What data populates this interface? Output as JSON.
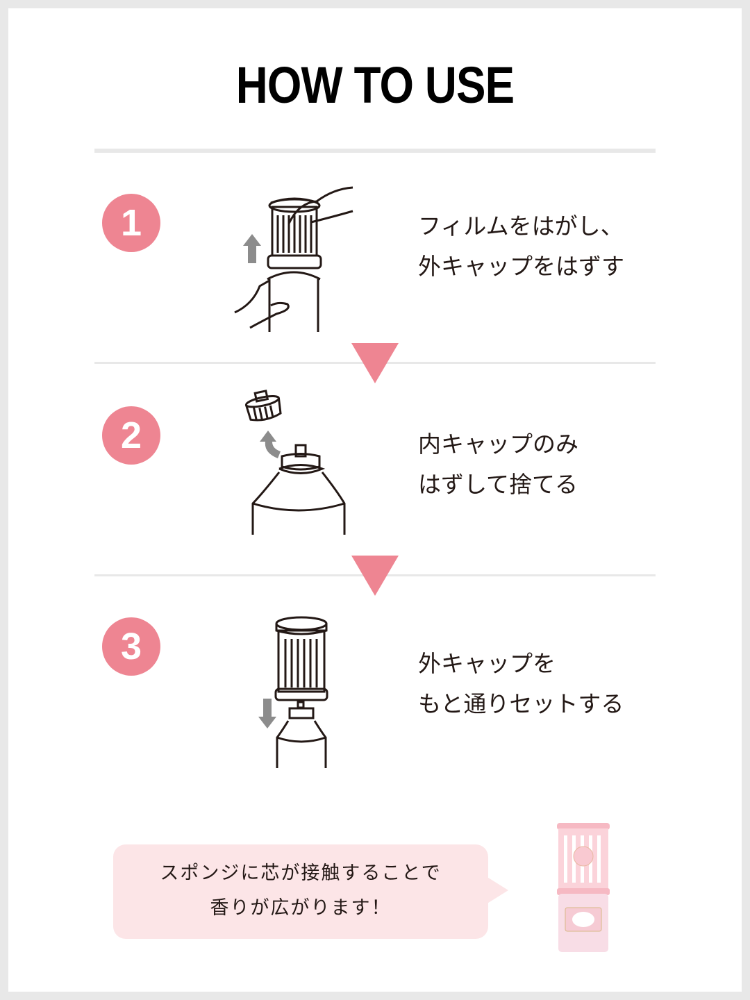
{
  "header": {
    "title": "HOW TO USE"
  },
  "steps": [
    {
      "number": "1",
      "line1": "フィルムをはがし、",
      "line2": "外キャップをはずす",
      "illustration": "remove-outer-cap"
    },
    {
      "number": "2",
      "line1": "内キャップのみ",
      "line2": "はずして捨てる",
      "illustration": "remove-inner-cap"
    },
    {
      "number": "3",
      "line1": "外キャップを",
      "line2": "もと通りセットする",
      "illustration": "replace-outer-cap"
    }
  ],
  "note": {
    "line1": "スポンジに芯が接触することで",
    "line2": "香りが広がります！"
  },
  "colors": {
    "accent": "#ee8592",
    "bubble": "#fce5e7",
    "rule": "#e8e8e8",
    "text": "#231815",
    "arrow": "#8c8c8c"
  },
  "icons": {
    "step_arrow": "down-triangle",
    "up": "arrow-up",
    "curve": "arrow-curved-up",
    "down": "arrow-down"
  }
}
